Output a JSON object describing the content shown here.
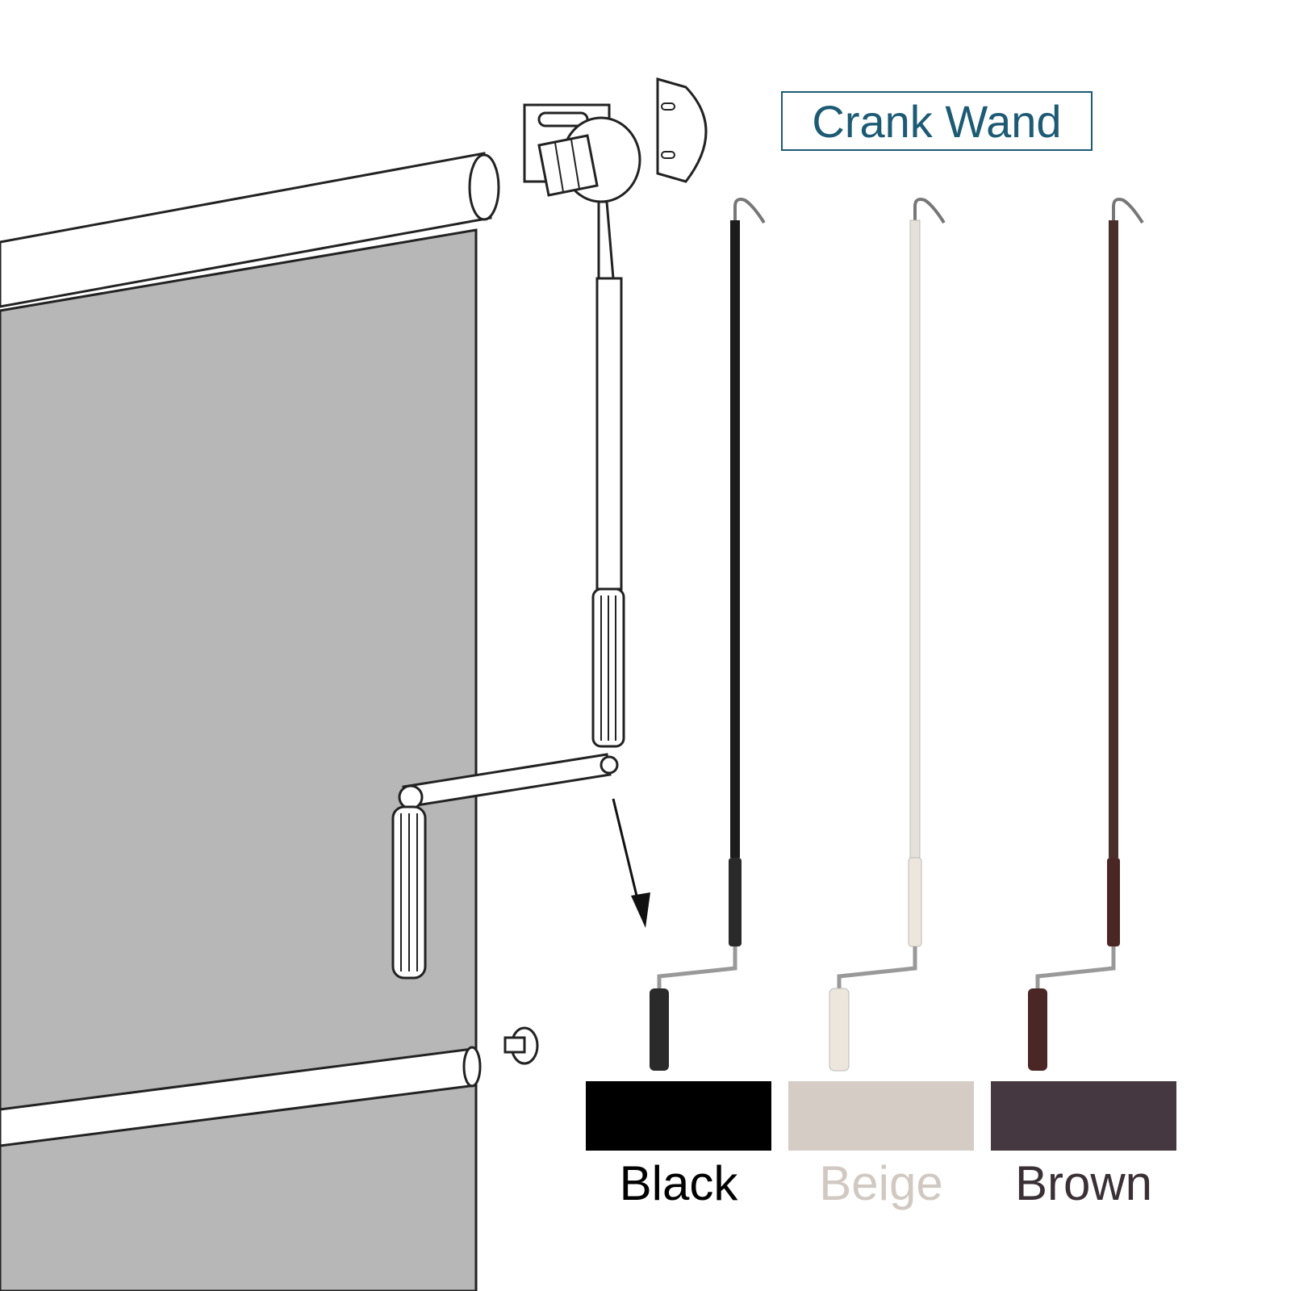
{
  "title": "Crank Wand",
  "colors": {
    "title_accent": "#1d5a74",
    "shade_fabric": "#b7b7b7"
  },
  "variants": [
    {
      "label": "Black",
      "swatch_color": "#000000",
      "label_color": "#000000",
      "wand_color": "#1c1c1c",
      "handle_color": "#2a2a2a"
    },
    {
      "label": "Beige",
      "swatch_color": "#d5cdc5",
      "label_color": "#d1c9c1",
      "wand_color": "#e6e1d8",
      "handle_color": "#ece6dd"
    },
    {
      "label": "Brown",
      "swatch_color": "#453841",
      "label_color": "#3a3036",
      "wand_color": "#4a2e2a",
      "handle_color": "#4a2624"
    }
  ]
}
